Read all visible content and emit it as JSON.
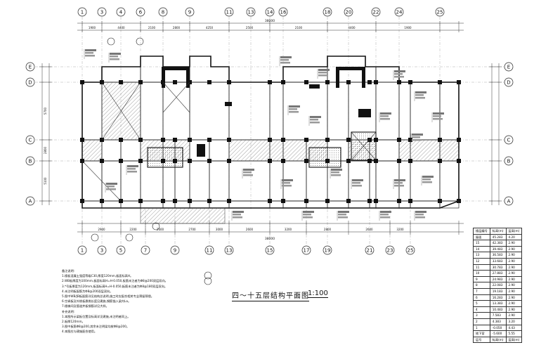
{
  "drawing": {
    "title": "四～十五层结构平面图",
    "scale": "1:100"
  },
  "axes": {
    "top": [
      "1",
      "3",
      "4",
      "6",
      "8",
      "9",
      "11",
      "13",
      "14",
      "16",
      "18",
      "20",
      "22",
      "24",
      "25"
    ],
    "bottom": [
      "1",
      "3",
      "5",
      "7",
      "9",
      "11",
      "13",
      "15",
      "17",
      "19",
      "21",
      "23",
      "25"
    ],
    "left": [
      "E",
      "D",
      "C",
      "B",
      "A"
    ],
    "right": [
      "E",
      "D",
      "C",
      "B",
      "A"
    ]
  },
  "notes": {
    "heading": "备注说明:",
    "lines": [
      "1.楼板混凝土强度等级C30,厚度120mm,板面标高H。",
      "2.WB板厚度为100mm,板面标高H=H-0.050,板筋未注者为Φ8@200双层双向。",
      "3.*号板厚度为120mm,板面标高H=H-0.050,板筋未注者为Φ8@180双层双向。",
      "4.未注明板配筋为Φ8@200双层双向。",
      "5.图中WB/JB板配筋详见结构总说明,施工时应配合相关专业预留预埋。",
      "6.空调板及外挑板悬挑长度见建施,钢筋锚入梁内La。",
      "7.楼梯间及管道井板钢筋详见大样。"
    ],
    "extra_heading": "补充说明:",
    "extra_lines": [
      "1.本图所示梁板位置及标高详见建施,未注明者同上。",
      "2.板厚120mm。",
      "3.图中板筋Φ8@200,其余未注明梁均按Φ8@200。",
      "4.本图应与建施配合使用。"
    ]
  },
  "table": {
    "header": [
      "楼层编号",
      "标高(m)",
      "层高(m)"
    ],
    "rows": [
      [
        "屋面",
        "45.283",
        "4.20"
      ],
      [
        "15",
        "42.383",
        "2.90"
      ],
      [
        "14",
        "39.483",
        "2.90"
      ],
      [
        "13",
        "36.583",
        "2.90"
      ],
      [
        "12",
        "33.683",
        "2.90"
      ],
      [
        "11",
        "30.783",
        "2.90"
      ],
      [
        "10",
        "27.883",
        "2.90"
      ],
      [
        "9",
        "24.983",
        "2.90"
      ],
      [
        "8",
        "22.083",
        "2.90"
      ],
      [
        "7",
        "19.183",
        "2.90"
      ],
      [
        "6",
        "16.283",
        "2.90"
      ],
      [
        "5",
        "13.383",
        "2.90"
      ],
      [
        "4",
        "10.483",
        "2.90"
      ],
      [
        "3",
        "7.583",
        "2.90"
      ],
      [
        "2",
        "4.383",
        "3.20"
      ],
      [
        "1",
        "-0.050",
        "4.43"
      ],
      [
        "地下室",
        "-5.600",
        "5.55"
      ],
      [
        "层号",
        "标高(m)",
        "层高(m)"
      ]
    ]
  },
  "dims": {
    "top": [
      "1900",
      "4400",
      "2100",
      "2800",
      "4250",
      "2500",
      "2100",
      "4400",
      "1900"
    ],
    "total": "38000",
    "bottom": [
      "2900",
      "2200",
      "2600",
      "2700",
      "3000",
      "2600",
      "3200",
      "2800",
      "2600",
      "3200"
    ],
    "left": [
      "5700",
      "2800",
      "5100"
    ]
  }
}
